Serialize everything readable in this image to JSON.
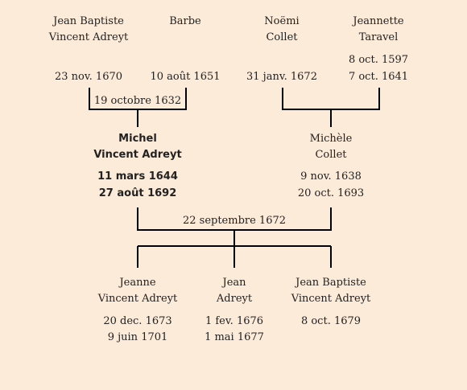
{
  "colors": {
    "background": "#fdebd9",
    "line": "#000000",
    "text": "#222222"
  },
  "grandparents": {
    "jean_baptiste": {
      "given": "Jean Baptiste",
      "surname": "Vincent Adreyt",
      "date": "23 nov. 1670"
    },
    "barbe": {
      "given": "Barbe",
      "date": "10 août 1651"
    },
    "noemi": {
      "given": "Noëmi",
      "surname": "Collet",
      "date": "31 janv. 1672"
    },
    "jeannette": {
      "given": "Jeannette",
      "surname": "Taravel",
      "birth": "8 oct. 1597",
      "death": "7 oct. 1641"
    }
  },
  "marriage_grandparents": "19 octobre 1632",
  "parents": {
    "michel": {
      "given": "Michel",
      "surname": "Vincent Adreyt",
      "birth": "11 mars 1644",
      "death": "27 août 1692"
    },
    "michele": {
      "given": "Michèle",
      "surname": "Collet",
      "birth": "9 nov. 1638",
      "death": "20 oct. 1693"
    }
  },
  "marriage_parents": "22 septembre 1672",
  "children": [
    {
      "given": "Jeanne",
      "surname": "Vincent Adreyt",
      "birth": "20 dec. 1673",
      "death": "9 juin 1701"
    },
    {
      "given": "Jean",
      "surname": "Adreyt",
      "birth": "1 fev. 1676",
      "death": "1 mai 1677"
    },
    {
      "given": "Jean Baptiste",
      "surname": "Vincent Adreyt",
      "birth": "8 oct. 1679"
    }
  ]
}
